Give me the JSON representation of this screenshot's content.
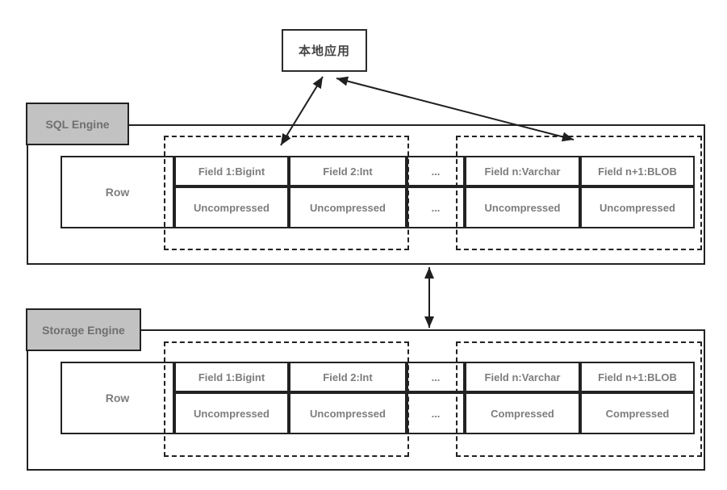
{
  "app_box": {
    "label": "本地应用"
  },
  "sections": [
    {
      "label": "SQL Engine",
      "row_label": "Row",
      "columns": [
        {
          "header": "Field 1:Bigint",
          "value": "Uncompressed"
        },
        {
          "header": "Field 2:Int",
          "value": "Uncompressed"
        },
        {
          "header": "...",
          "value": "..."
        },
        {
          "header": "Field n:Varchar",
          "value": "Uncompressed"
        },
        {
          "header": "Field n+1:BLOB",
          "value": "Uncompressed"
        }
      ]
    },
    {
      "label": "Storage Engine",
      "row_label": "Row",
      "columns": [
        {
          "header": "Field 1:Bigint",
          "value": "Uncompressed"
        },
        {
          "header": "Field 2:Int",
          "value": "Uncompressed"
        },
        {
          "header": "...",
          "value": "..."
        },
        {
          "header": "Field n:Varchar",
          "value": "Compressed"
        },
        {
          "header": "Field n+1:BLOB",
          "value": "Compressed"
        }
      ]
    }
  ],
  "colors": {
    "border": "#222222",
    "label_fill": "#c2c2c2",
    "label_text": "#6f6f6f",
    "cell_text": "#7d7d7d",
    "app_text": "#454545",
    "arrow": "#1f1f1f"
  }
}
